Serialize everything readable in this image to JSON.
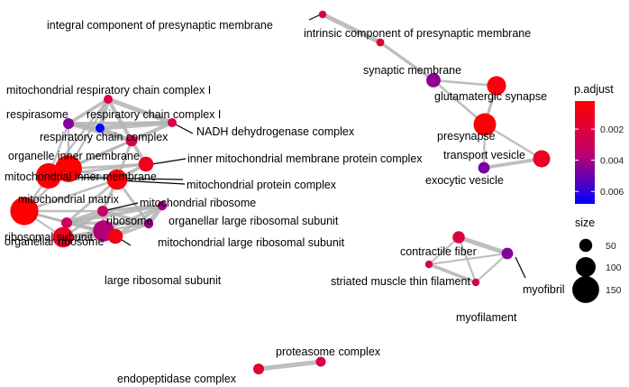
{
  "chart_data": {
    "type": "network",
    "nodes": [
      {
        "id": "integral",
        "label": "integral component of presynaptic membrane",
        "size": 12,
        "p_adjust": 0.0025
      },
      {
        "id": "intrinsic",
        "label": "intrinsic component of presynaptic membrane",
        "size": 14,
        "p_adjust": 0.0018
      },
      {
        "id": "synaptic_membrane",
        "label": "synaptic membrane",
        "size": 60,
        "p_adjust": 0.0044
      },
      {
        "id": "glutamatergic",
        "label": "glutamatergic synapse",
        "size": 95,
        "p_adjust": 0.0006
      },
      {
        "id": "presynapse",
        "label": "presynapse",
        "size": 120,
        "p_adjust": 0.0004
      },
      {
        "id": "transport_vesicle",
        "label": "transport vesicle",
        "size": 80,
        "p_adjust": 0.0012
      },
      {
        "id": "exocytic_vesicle",
        "label": "exocytic vesicle",
        "size": 40,
        "p_adjust": 0.0048
      },
      {
        "id": "mito_rcc1",
        "label": "mitochondrial respiratory chain complex I",
        "size": 22,
        "p_adjust": 0.0022
      },
      {
        "id": "respirasome",
        "label": "respirasome",
        "size": 35,
        "p_adjust": 0.0046
      },
      {
        "id": "rcc1",
        "label": "respiratory chain complex I",
        "size": 22,
        "p_adjust": 0.0068
      },
      {
        "id": "nadh",
        "label": "NADH dehydrogenase complex",
        "size": 22,
        "p_adjust": 0.0022
      },
      {
        "id": "rcc",
        "label": "respiratory chain complex",
        "size": 40,
        "p_adjust": 0.0024
      },
      {
        "id": "oim",
        "label": "organelle inner membrane",
        "size": 150,
        "p_adjust": 0.0003
      },
      {
        "id": "imp",
        "label": "inner mitochondrial membrane protein complex",
        "size": 65,
        "p_adjust": 0.0012
      },
      {
        "id": "mim",
        "label": "mitochondrial inner membrane",
        "size": 140,
        "p_adjust": 0.0003
      },
      {
        "id": "mpc",
        "label": "mitochondrial protein complex",
        "size": 105,
        "p_adjust": 0.0004
      },
      {
        "id": "mito_matrix",
        "label": "mitochondrial matrix",
        "size": 160,
        "p_adjust": 0.0003
      },
      {
        "id": "mito_ribosome",
        "label": "mitochondrial ribosome",
        "size": 35,
        "p_adjust": 0.0034
      },
      {
        "id": "ribosome",
        "label": "ribosome",
        "size": 110,
        "p_adjust": 0.0038
      },
      {
        "id": "olrs",
        "label": "organellar large ribosomal subunit",
        "size": 25,
        "p_adjust": 0.004
      },
      {
        "id": "mlrs",
        "label": "mitochondrial large ribosomal subunit",
        "size": 25,
        "p_adjust": 0.0042
      },
      {
        "id": "org_ribosome",
        "label": "organellar ribosome",
        "size": 35,
        "p_adjust": 0.003
      },
      {
        "id": "ribo_subunit",
        "label": "ribosomal subunit",
        "size": 105,
        "p_adjust": 0.0012
      },
      {
        "id": "lrs",
        "label": "large ribosomal subunit",
        "size": 65,
        "p_adjust": 0.0008
      },
      {
        "id": "contractile",
        "label": "contractile fiber",
        "size": 45,
        "p_adjust": 0.0022
      },
      {
        "id": "smtf",
        "label": "striated muscle thin filament",
        "size": 12,
        "p_adjust": 0.0026
      },
      {
        "id": "myofibril",
        "label": "myofibril",
        "size": 40,
        "p_adjust": 0.0046
      },
      {
        "id": "myofilament",
        "label": "myofilament",
        "size": 12,
        "p_adjust": 0.0028
      },
      {
        "id": "proteasome",
        "label": "proteasome complex",
        "size": 28,
        "p_adjust": 0.0024
      },
      {
        "id": "endopeptidase",
        "label": "endopeptidase complex",
        "size": 35,
        "p_adjust": 0.0018
      }
    ],
    "edges": [
      [
        "integral",
        "intrinsic",
        0.9
      ],
      [
        "intrinsic",
        "synaptic_membrane",
        0.5
      ],
      [
        "synaptic_membrane",
        "glutamatergic",
        0.35
      ],
      [
        "synaptic_membrane",
        "presynapse",
        0.35
      ],
      [
        "glutamatergic",
        "presynapse",
        0.5
      ],
      [
        "presynapse",
        "transport_vesicle",
        0.3
      ],
      [
        "presynapse",
        "exocytic_vesicle",
        0.3
      ],
      [
        "transport_vesicle",
        "exocytic_vesicle",
        0.6
      ],
      [
        "mito_rcc1",
        "respirasome",
        0.6
      ],
      [
        "mito_rcc1",
        "rcc1",
        0.9
      ],
      [
        "mito_rcc1",
        "nadh",
        0.9
      ],
      [
        "mito_rcc1",
        "rcc",
        0.7
      ],
      [
        "mito_rcc1",
        "oim",
        0.3
      ],
      [
        "mito_rcc1",
        "mim",
        0.3
      ],
      [
        "respirasome",
        "rcc1",
        0.6
      ],
      [
        "respirasome",
        "nadh",
        0.6
      ],
      [
        "respirasome",
        "rcc",
        0.7
      ],
      [
        "respirasome",
        "oim",
        0.3
      ],
      [
        "respirasome",
        "mim",
        0.3
      ],
      [
        "rcc1",
        "nadh",
        0.9
      ],
      [
        "rcc1",
        "rcc",
        0.7
      ],
      [
        "nadh",
        "rcc",
        0.7
      ],
      [
        "rcc",
        "imp",
        0.6
      ],
      [
        "rcc",
        "oim",
        0.35
      ],
      [
        "rcc",
        "mim",
        0.35
      ],
      [
        "rcc",
        "mpc",
        0.45
      ],
      [
        "oim",
        "mim",
        0.95
      ],
      [
        "oim",
        "imp",
        0.4
      ],
      [
        "oim",
        "mpc",
        0.35
      ],
      [
        "oim",
        "mito_matrix",
        0.3
      ],
      [
        "mim",
        "imp",
        0.4
      ],
      [
        "mim",
        "mpc",
        0.35
      ],
      [
        "mim",
        "mito_matrix",
        0.3
      ],
      [
        "imp",
        "mpc",
        0.6
      ],
      [
        "mpc",
        "mito_ribosome",
        0.5
      ],
      [
        "mpc",
        "mito_matrix",
        0.35
      ],
      [
        "mpc",
        "mlrs",
        0.4
      ],
      [
        "mpc",
        "org_ribosome",
        0.4
      ],
      [
        "mito_matrix",
        "mito_ribosome",
        0.35
      ],
      [
        "mito_matrix",
        "org_ribosome",
        0.35
      ],
      [
        "mito_matrix",
        "ribosome",
        0.25
      ],
      [
        "mito_matrix",
        "ribo_subunit",
        0.25
      ],
      [
        "mito_ribosome",
        "org_ribosome",
        0.9
      ],
      [
        "mito_ribosome",
        "olrs",
        0.6
      ],
      [
        "mito_ribosome",
        "mlrs",
        0.6
      ],
      [
        "mito_ribosome",
        "ribosome",
        0.5
      ],
      [
        "mito_ribosome",
        "ribo_subunit",
        0.4
      ],
      [
        "mito_ribosome",
        "lrs",
        0.35
      ],
      [
        "olrs",
        "mlrs",
        0.95
      ],
      [
        "olrs",
        "org_ribosome",
        0.6
      ],
      [
        "olrs",
        "lrs",
        0.5
      ],
      [
        "olrs",
        "ribosome",
        0.45
      ],
      [
        "mlrs",
        "org_ribosome",
        0.6
      ],
      [
        "mlrs",
        "lrs",
        0.5
      ],
      [
        "mlrs",
        "ribosome",
        0.4
      ],
      [
        "org_ribosome",
        "ribosome",
        0.5
      ],
      [
        "org_ribosome",
        "ribo_subunit",
        0.45
      ],
      [
        "org_ribosome",
        "lrs",
        0.4
      ],
      [
        "ribosome",
        "ribo_subunit",
        0.6
      ],
      [
        "ribosome",
        "lrs",
        0.5
      ],
      [
        "ribo_subunit",
        "lrs",
        0.6
      ],
      [
        "contractile",
        "smtf",
        0.25
      ],
      [
        "contractile",
        "myofibril",
        0.9
      ],
      [
        "contractile",
        "myofilament",
        0.25
      ],
      [
        "smtf",
        "myofibril",
        0.25
      ],
      [
        "smtf",
        "myofilament",
        0.6
      ],
      [
        "myofibril",
        "myofilament",
        0.25
      ],
      [
        "proteasome",
        "endopeptidase",
        0.9
      ]
    ],
    "color_legend": {
      "title": "p.adjust",
      "range": [
        0.0002,
        0.0068
      ],
      "ticks": [
        0.002,
        0.004,
        0.006
      ],
      "tick_labels": [
        "0.002",
        "0.004",
        "0.006"
      ],
      "colors": [
        "#ff0000",
        "#0000ff"
      ]
    },
    "size_legend": {
      "title": "size",
      "values": [
        50,
        100,
        150
      ],
      "labels": [
        "50",
        "100",
        "150"
      ]
    },
    "legend_position": "right"
  }
}
